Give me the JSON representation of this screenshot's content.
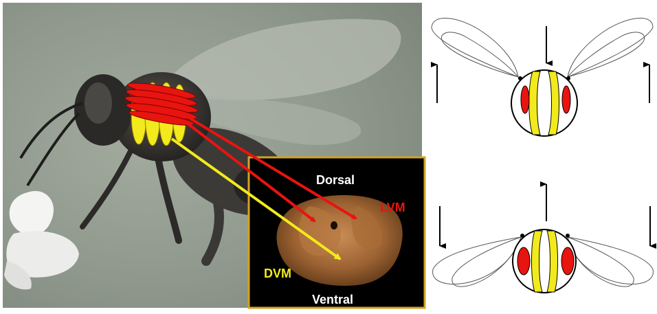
{
  "inset": {
    "dorsal_label": "Dorsal",
    "ventral_label": "Ventral",
    "lvm_label": "LVM",
    "dvm_label": "DVM"
  },
  "colors": {
    "lvm_muscle": "#e8140f",
    "dvm_muscle": "#f2ea1c",
    "inset_frame": "#d4a321",
    "photo_background": "#8f9a8c"
  },
  "panels": {
    "upstroke": {
      "wing_direction": "up",
      "thorax_direction": "down"
    },
    "downstroke": {
      "wing_direction": "down",
      "thorax_direction": "up"
    }
  }
}
